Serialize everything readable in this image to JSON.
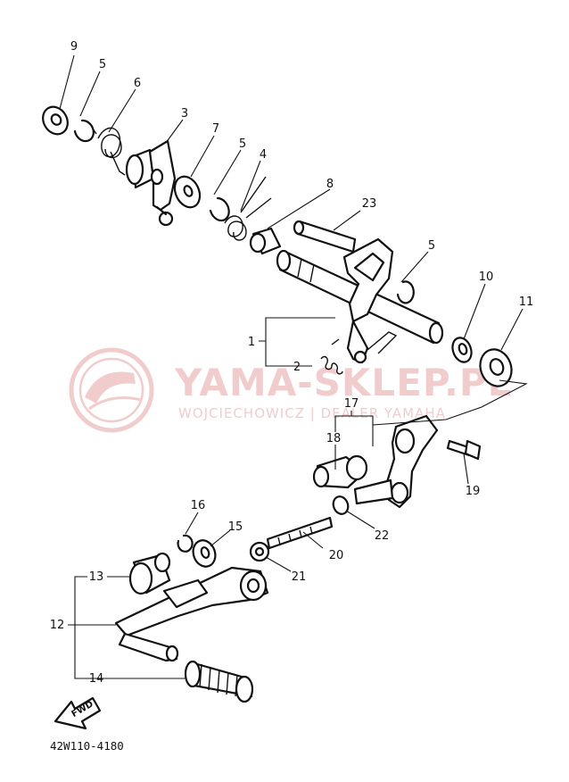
{
  "diagram": {
    "drawing_code": "42W110-4180",
    "direction_label": "FWD",
    "watermark": {
      "title": "YAMA-SKLEP.PL",
      "subtitle": "WOJCIECHOWICZ | DEALER YAMAHA",
      "color": "#e7a3a6"
    },
    "callouts": {
      "c1": "1",
      "c2": "2",
      "c3": "3",
      "c4": "4",
      "c5a": "5",
      "c5b": "5",
      "c5c": "5",
      "c6": "6",
      "c7": "7",
      "c8": "8",
      "c9": "9",
      "c10": "10",
      "c11": "11",
      "c12": "12",
      "c13": "13",
      "c14": "14",
      "c15": "15",
      "c16": "16",
      "c17": "17",
      "c18": "18",
      "c19": "19",
      "c20": "20",
      "c21": "21",
      "c22": "22",
      "c23": "23"
    }
  }
}
